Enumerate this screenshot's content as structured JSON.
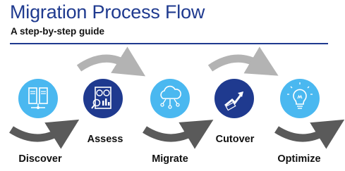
{
  "header": {
    "title": "Migration Process Flow",
    "subtitle": "A step-by-step guide"
  },
  "steps": [
    {
      "label": "Discover",
      "icon": "server-stack-icon",
      "color": "#4ab8f0"
    },
    {
      "label": "Assess",
      "icon": "document-analysis-icon",
      "color": "#1f3a8f"
    },
    {
      "label": "Migrate",
      "icon": "cloud-network-icon",
      "color": "#4ab8f0"
    },
    {
      "label": "Cutover",
      "icon": "growth-arrow-icon",
      "color": "#1f3a8f"
    },
    {
      "label": "Optimize",
      "icon": "lightbulb-icon",
      "color": "#4ab8f0"
    }
  ],
  "colors": {
    "title": "#1f3a8f",
    "rule": "#1f3a8f",
    "light_blue": "#4ab8f0",
    "dark_blue": "#1f3a8f",
    "arrow_dark": "#5a5a5a",
    "arrow_light": "#b3b3b3"
  }
}
